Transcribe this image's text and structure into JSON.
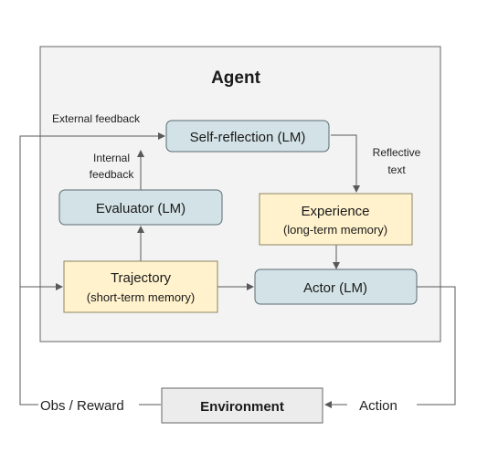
{
  "agent": {
    "title": "Agent"
  },
  "nodes": {
    "self_reflection": {
      "label": "Self-reflection (LM)"
    },
    "evaluator": {
      "label": "Evaluator (LM)"
    },
    "experience": {
      "line1": "Experience",
      "line2": "(long-term memory)"
    },
    "trajectory": {
      "line1": "Trajectory",
      "line2": "(short-term memory)"
    },
    "actor": {
      "label": "Actor (LM)"
    },
    "environment": {
      "label": "Environment"
    }
  },
  "edge_labels": {
    "external_feedback": "External feedback",
    "internal_feedback_line1": "Internal",
    "internal_feedback_line2": "feedback",
    "reflective_text_line1": "Reflective",
    "reflective_text_line2": "text",
    "obs_reward": "Obs / Reward",
    "action": "Action"
  },
  "colors": {
    "agent_bg": "#f3f3f3",
    "agent_border": "#666666",
    "lm_fill": "#d3e2e6",
    "lm_border": "#5a6a70",
    "memory_fill": "#fff2cc",
    "memory_border": "#8c8460",
    "env_fill": "#ececec",
    "env_border": "#666666",
    "arrow": "#595959"
  }
}
